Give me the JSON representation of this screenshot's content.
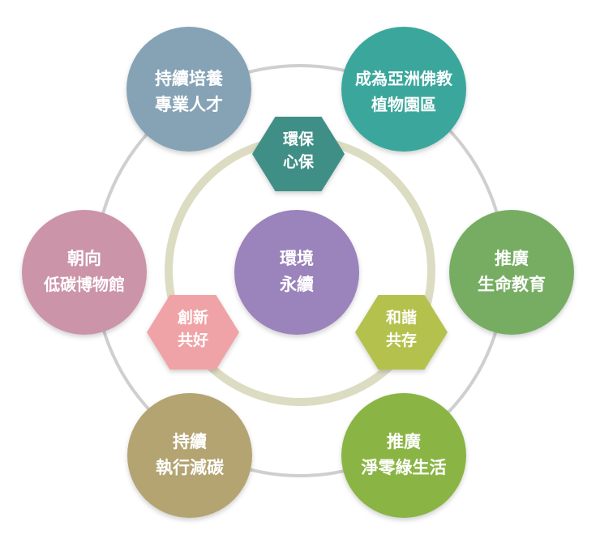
{
  "center": {
    "lines": [
      "環境",
      "永續"
    ],
    "color": "#9b83bb"
  },
  "hexagons": [
    {
      "id": "top",
      "lines": [
        "環保",
        "心保"
      ],
      "color": "#3f8f87"
    },
    {
      "id": "left",
      "lines": [
        "創新",
        "共好"
      ],
      "color": "#f0a3a6"
    },
    {
      "id": "right",
      "lines": [
        "和諧",
        "共存"
      ],
      "color": "#b5c14e"
    }
  ],
  "circles": [
    {
      "id": "top-left",
      "lines": [
        "持續培養",
        "專業人才"
      ],
      "color": "#86a3b6"
    },
    {
      "id": "top-right",
      "lines": [
        "成為亞洲佛教",
        "植物園區"
      ],
      "color": "#3aa79c"
    },
    {
      "id": "right",
      "lines": [
        "推廣",
        "生命教育"
      ],
      "color": "#77ad64"
    },
    {
      "id": "bottom-right",
      "lines": [
        "推廣",
        "淨零綠生活"
      ],
      "color": "#8ab544"
    },
    {
      "id": "bottom-left",
      "lines": [
        "持續",
        "執行減碳"
      ],
      "color": "#b4a472"
    },
    {
      "id": "left",
      "lines": [
        "朝向",
        "低碳博物館"
      ],
      "color": "#cc94a8"
    }
  ],
  "colors": {
    "outer_ring": "#cfcfcf",
    "inner_ring": "#dcdcc2"
  }
}
